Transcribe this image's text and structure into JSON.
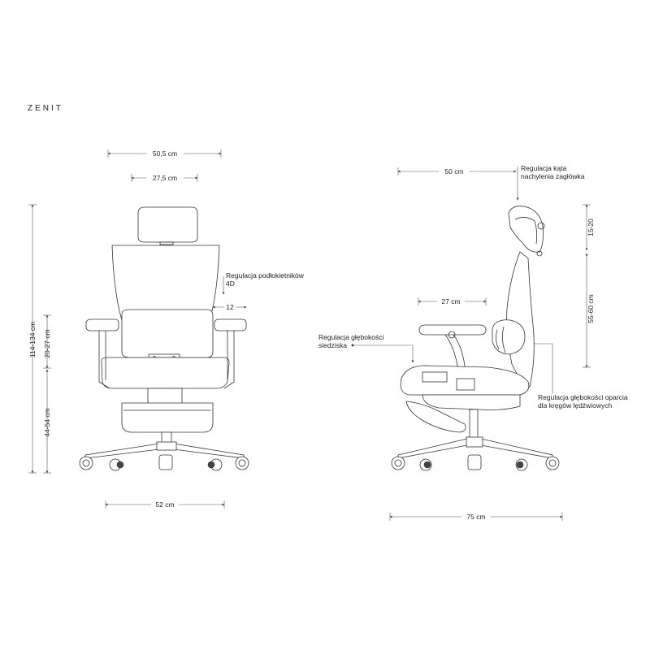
{
  "brand": "ZENIT",
  "front_view": {
    "width_total": "50,5 cm",
    "width_headrest": "27,5 cm",
    "armrest_label_line1": "Regulacja podłokietników",
    "armrest_label_line2": "4D",
    "armrest_offset": "12",
    "height_total": "114-134 cm",
    "height_armrest": "20-27 cm",
    "height_seat": "44-54 cm",
    "base_width": "52 cm"
  },
  "side_view": {
    "depth_top": "50 cm",
    "headrest_label_line1": "Regulacja kąta",
    "headrest_label_line2": "nachylenia zagłówka",
    "headrest_height": "15-20",
    "backrest_height": "55-60 cm",
    "arm_width": "27 cm",
    "seat_depth_label_line1": "Regulacja głębokości",
    "seat_depth_label_line2": "siedziska",
    "lumbar_label_line1": "Regulacja głębokości oparcia",
    "lumbar_label_line2": "dla kręgów lędźwiowych",
    "base_depth": "75 cm"
  }
}
